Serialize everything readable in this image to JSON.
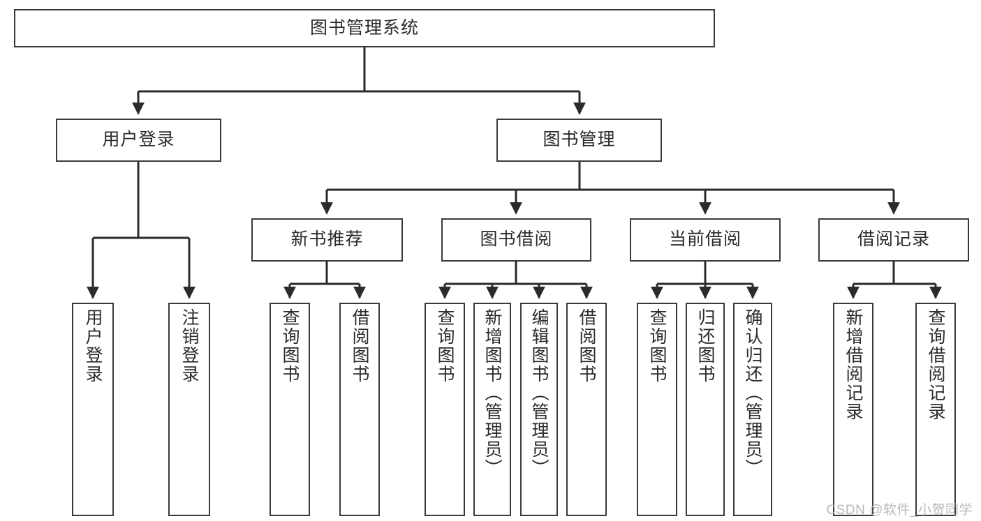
{
  "diagram": {
    "title": "图书管理系统",
    "type": "tree-hierarchy",
    "colors": {
      "box_border": "#3a3a3a",
      "box_fill": "#ffffff",
      "connector": "#2b2b2b",
      "text": "#2b2b2b",
      "watermark": "#b9b9b9"
    },
    "root": {
      "label": "图书管理系统"
    },
    "level2": [
      {
        "label": "用户登录"
      },
      {
        "label": "图书管理"
      }
    ],
    "level3": [
      {
        "label": "新书推荐"
      },
      {
        "label": "图书借阅"
      },
      {
        "label": "当前借阅"
      },
      {
        "label": "借阅记录"
      }
    ],
    "leaves": {
      "user_login": [
        {
          "label": "用户登录"
        },
        {
          "label": "注销登录"
        }
      ],
      "new_book_recommend": [
        {
          "label": "查询图书"
        },
        {
          "label": "借阅图书"
        }
      ],
      "book_borrow": [
        {
          "label": "查询图书"
        },
        {
          "label": "新增图书（管理员）"
        },
        {
          "label": "编辑图书（管理员）"
        },
        {
          "label": "借阅图书"
        }
      ],
      "current_borrow": [
        {
          "label": "查询图书"
        },
        {
          "label": "归还图书"
        },
        {
          "label": "确认归还（管理员）"
        }
      ],
      "borrow_record": [
        {
          "label": "新增借阅记录"
        },
        {
          "label": "查询借阅记录"
        }
      ]
    },
    "watermark": "CSDN @软件_小贺同学"
  }
}
